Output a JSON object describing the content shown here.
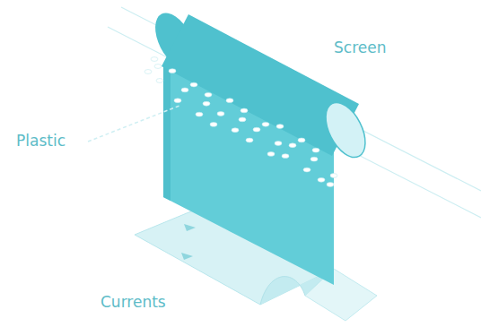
{
  "diagram": {
    "labels": [
      "Screen",
      "Plastic",
      "Currents"
    ]
  }
}
